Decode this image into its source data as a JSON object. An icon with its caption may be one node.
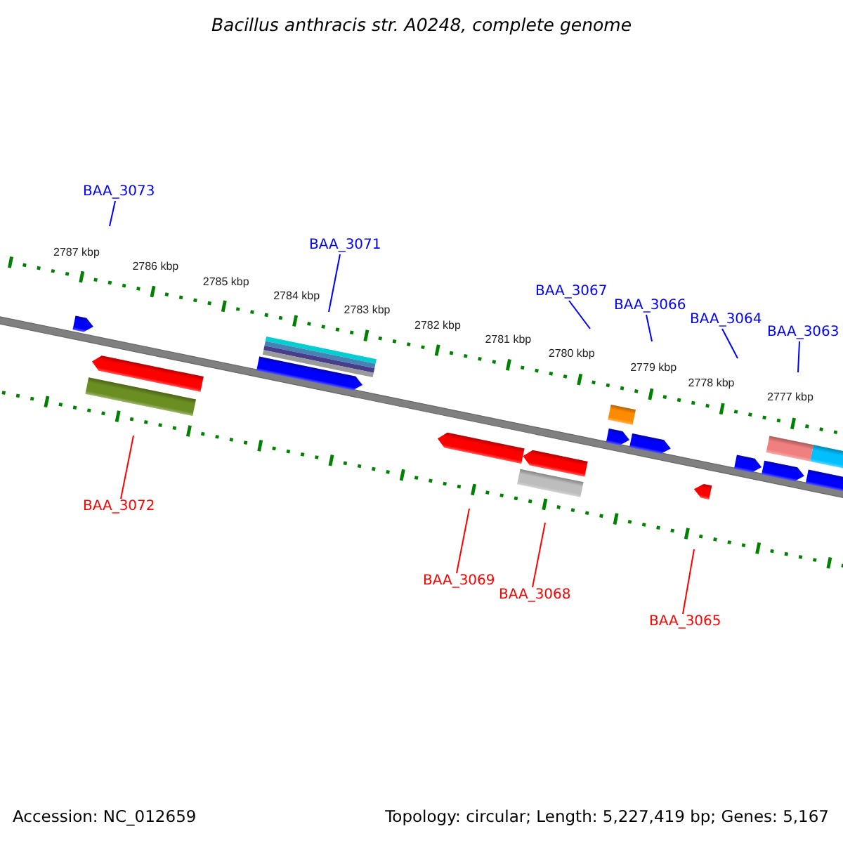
{
  "diagram": {
    "title": "Bacillus anthracis str. A0248, complete genome",
    "nodes": [
      {
        "text": [
          "BAA_3073"
        ]
      },
      {
        "text": [
          "BAA_3071"
        ]
      },
      {
        "text": [
          "BAA_3067"
        ]
      },
      {
        "text": [
          "BAA_3066"
        ]
      },
      {
        "text": [
          "BAA_3064"
        ]
      },
      {
        "text": [
          "BAA_3063"
        ]
      },
      {
        "text": [
          "BAA_3072"
        ]
      },
      {
        "text": [
          "BAA_3069"
        ]
      },
      {
        "text": [
          "BAA_3068"
        ]
      },
      {
        "text": [
          "BAA_3065"
        ]
      }
    ],
    "edges": [
      {
        "from": 0,
        "to": null,
        "arrow": "none"
      },
      {
        "from": 1,
        "to": null,
        "arrow": "none"
      },
      {
        "from": 2,
        "to": null,
        "arrow": "none"
      },
      {
        "from": 3,
        "to": null,
        "arrow": "none"
      },
      {
        "from": 4,
        "to": null,
        "arrow": "none"
      },
      {
        "from": 5,
        "to": null,
        "arrow": "none"
      },
      {
        "from": 6,
        "to": null,
        "arrow": "none",
        "color": "#ff0000"
      },
      {
        "from": 7,
        "to": null,
        "arrow": "none",
        "color": "#ff0000"
      },
      {
        "from": 8,
        "to": null,
        "arrow": "none",
        "color": "#ff0000"
      },
      {
        "from": 9,
        "to": null,
        "arrow": "none",
        "color": "#ff0000"
      }
    ],
    "labels": [
      "2787 kbp",
      "2786 kbp",
      "2785 kbp",
      "2784 kbp",
      "2783 kbp",
      "2782 kbp",
      "2781 kbp",
      "2780 kbp",
      "2779 kbp",
      "2778 kbp",
      "2777 kbp",
      "Accession: NC_012659",
      "Topology: circular; Length: 5,227,419 bp; Genes: 5,167"
    ]
  }
}
